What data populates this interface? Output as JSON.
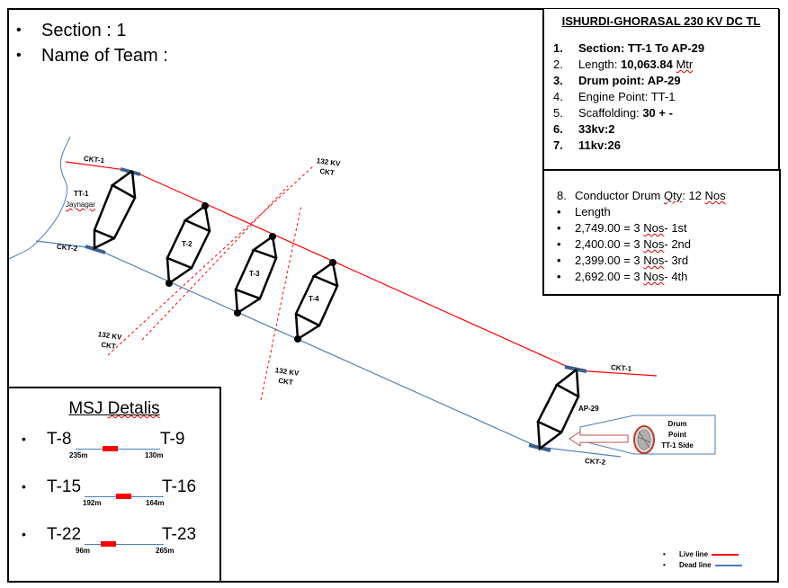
{
  "header": {
    "bullets": [
      "Section : 1",
      "Name of Team :"
    ]
  },
  "info": {
    "title": "ISHURDI-GHORASAL 230 KV DC TL",
    "items": [
      {
        "num": "1.",
        "label": "Section: TT-1 To AP-29",
        "bold": true
      },
      {
        "num": "2.",
        "label": "Length: ",
        "value": "10,063.84",
        "unit": "Mtr"
      },
      {
        "num": "3.",
        "label": "Drum point: AP-29",
        "bold": true
      },
      {
        "num": "4.",
        "label": "Engine Point: TT-1"
      },
      {
        "num": "5.",
        "label": "Scaffolding: ",
        "value": "30 + -"
      },
      {
        "num": "6.",
        "label": "33kv:2",
        "bold": true
      },
      {
        "num": "7.",
        "label": "11kv:26",
        "bold": true
      }
    ]
  },
  "drum": {
    "heading_num": "8.",
    "heading_prefix": "Conductor Drum ",
    "heading_qty": "Qty",
    "heading_colon": ": 12 ",
    "heading_unit": "Nos",
    "bullet": "•",
    "length_label": "Length",
    "lengths": [
      {
        "value": "2,749.00 = 3 ",
        "unit": "Nos",
        "suffix": "- 1st"
      },
      {
        "value": "2,400.00 = 3 ",
        "unit": "Nos",
        "suffix": "- 2nd"
      },
      {
        "value": "2,399.00 = 3 ",
        "unit": "Nos",
        "suffix": "- 3rd"
      },
      {
        "value": "2,692.00 = 3 ",
        "unit": "Nos",
        "suffix": "- 4th"
      }
    ]
  },
  "msj": {
    "title_a": "MSJ ",
    "title_b": "Detalis",
    "rows": [
      {
        "from": "T-8",
        "to": "T-9",
        "left_dist": "235m",
        "right_dist": "130m"
      },
      {
        "from": "T-15",
        "to": "T-16",
        "left_dist": "192m",
        "right_dist": "164m"
      },
      {
        "from": "T-22",
        "to": "T-23",
        "left_dist": "96m",
        "right_dist": "265m"
      }
    ]
  },
  "diagram": {
    "ckt1_left": "CKT-1",
    "ckt2_left": "CKT-2",
    "ckt1_right": "CKT-1",
    "ckt2_right": "CKT-2",
    "start_tower": "TT-1",
    "start_place": "Jaynagar",
    "towers": [
      "T-2",
      "T-3",
      "T-4"
    ],
    "end_tower": "AP-29",
    "crossings": [
      {
        "line1": "132 KV",
        "line2": "CKT"
      },
      {
        "line1": "132 KV",
        "line2": "CKT"
      },
      {
        "line1": "132 KV",
        "line2": "CKT"
      }
    ],
    "drum_label": [
      "Drum",
      "Point",
      "TT-1 Side"
    ]
  },
  "legend": {
    "bullet": "•",
    "live": "Live line",
    "dead": "Dead line",
    "live_color": "#ff0000",
    "dead_color": "#4a7ebb"
  }
}
